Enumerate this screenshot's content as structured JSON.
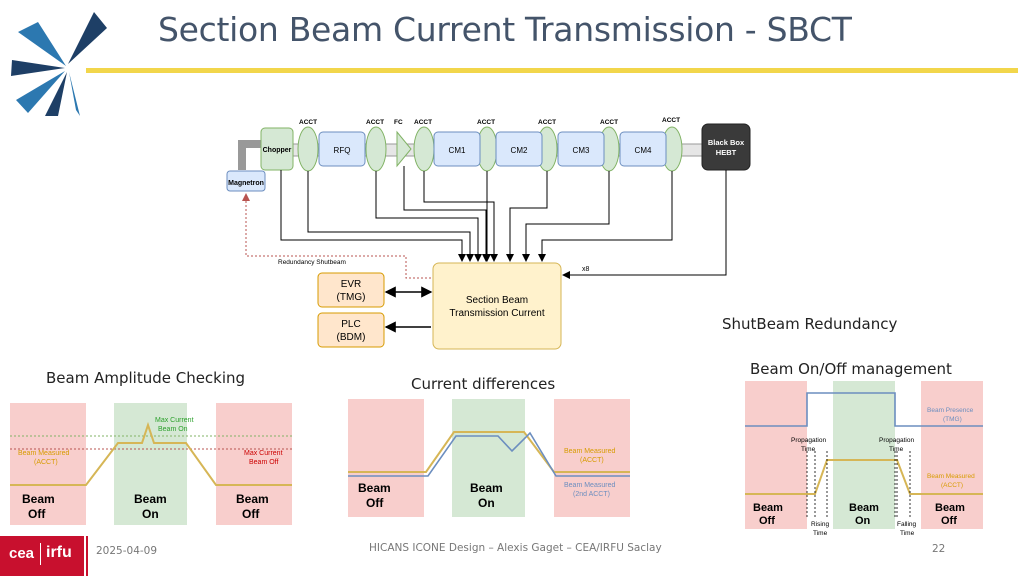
{
  "slide": {
    "title": "Section Beam Current Transmission - SBCT",
    "footer_date": "2025-04-09",
    "footer_center": "HICANS ICONE Design – Alexis Gaget – CEA/IRFU Saclay",
    "page_number": "22",
    "logo_text_cea": "cea",
    "logo_text_irfu": "irfu"
  },
  "colors": {
    "accent_yellow": "#f2d64b",
    "title_color": "#44546a",
    "box_green": "#d5e8d4",
    "box_blue": "#dae8fc",
    "box_orange": "#ffe6cc",
    "box_yellow": "#fff2cc",
    "red_zone": "#f8cecc",
    "green_zone": "#d5e8d4",
    "signal_orange": "#e6a400",
    "signal_blue": "#6c8ebf"
  },
  "diagram": {
    "nodes": {
      "chopper": "Chopper",
      "rfq": "RFQ",
      "cm1": "CM1",
      "cm2": "CM2",
      "cm3": "CM3",
      "cm4": "CM4",
      "blackbox_line1": "Black Box",
      "blackbox_line2": "HEBT",
      "magnetron": "Magnetron",
      "evr_line1": "EVR",
      "evr_line2": "(TMG)",
      "plc_line1": "PLC",
      "plc_line2": "(BDM)",
      "sbct_line1": "Section Beam",
      "sbct_line2": "Transmission Current"
    },
    "labels": {
      "acct": "ACCT",
      "fc": "FC",
      "x8": "x8",
      "redundancy": "Redundancy Shutbeam",
      "shutbeam_redundancy": "ShutBeam Redundancy"
    }
  },
  "panels": {
    "amplitude": {
      "caption": "Beam Amplitude Checking",
      "max_on_1": "Max Current",
      "max_on_2": "Beam On",
      "measured_1": "Beam Measured",
      "measured_2": "(ACCT)",
      "max_off_1": "Max Current",
      "max_off_2": "Beam Off",
      "off_a_1": "Beam",
      "off_a_2": "Off",
      "on_1": "Beam",
      "on_2": "On",
      "off_b_1": "Beam",
      "off_b_2": "Off"
    },
    "differences": {
      "caption": "Current differences",
      "measured_1": "Beam Measured",
      "measured_2": "(ACCT)",
      "measured2_1": "Beam Measured",
      "measured2_2": "(2nd ACCT)",
      "off_a_1": "Beam",
      "off_a_2": "Off",
      "on_1": "Beam",
      "on_2": "On"
    },
    "onoff": {
      "caption": "Beam On/Off management",
      "presence_1": "Beam Presence",
      "presence_2": "(TMG)",
      "prop_1": "Propagation",
      "prop_2": "Time",
      "measured_1": "Beam Measured",
      "measured_2": "(ACCT)",
      "rising_1": "Rising",
      "rising_2": "Time",
      "falling_1": "Falling",
      "falling_2": "Time",
      "off_a_1": "Beam",
      "off_a_2": "Off",
      "on_1": "Beam",
      "on_2": "On",
      "off_b_1": "Beam",
      "off_b_2": "Off"
    }
  }
}
